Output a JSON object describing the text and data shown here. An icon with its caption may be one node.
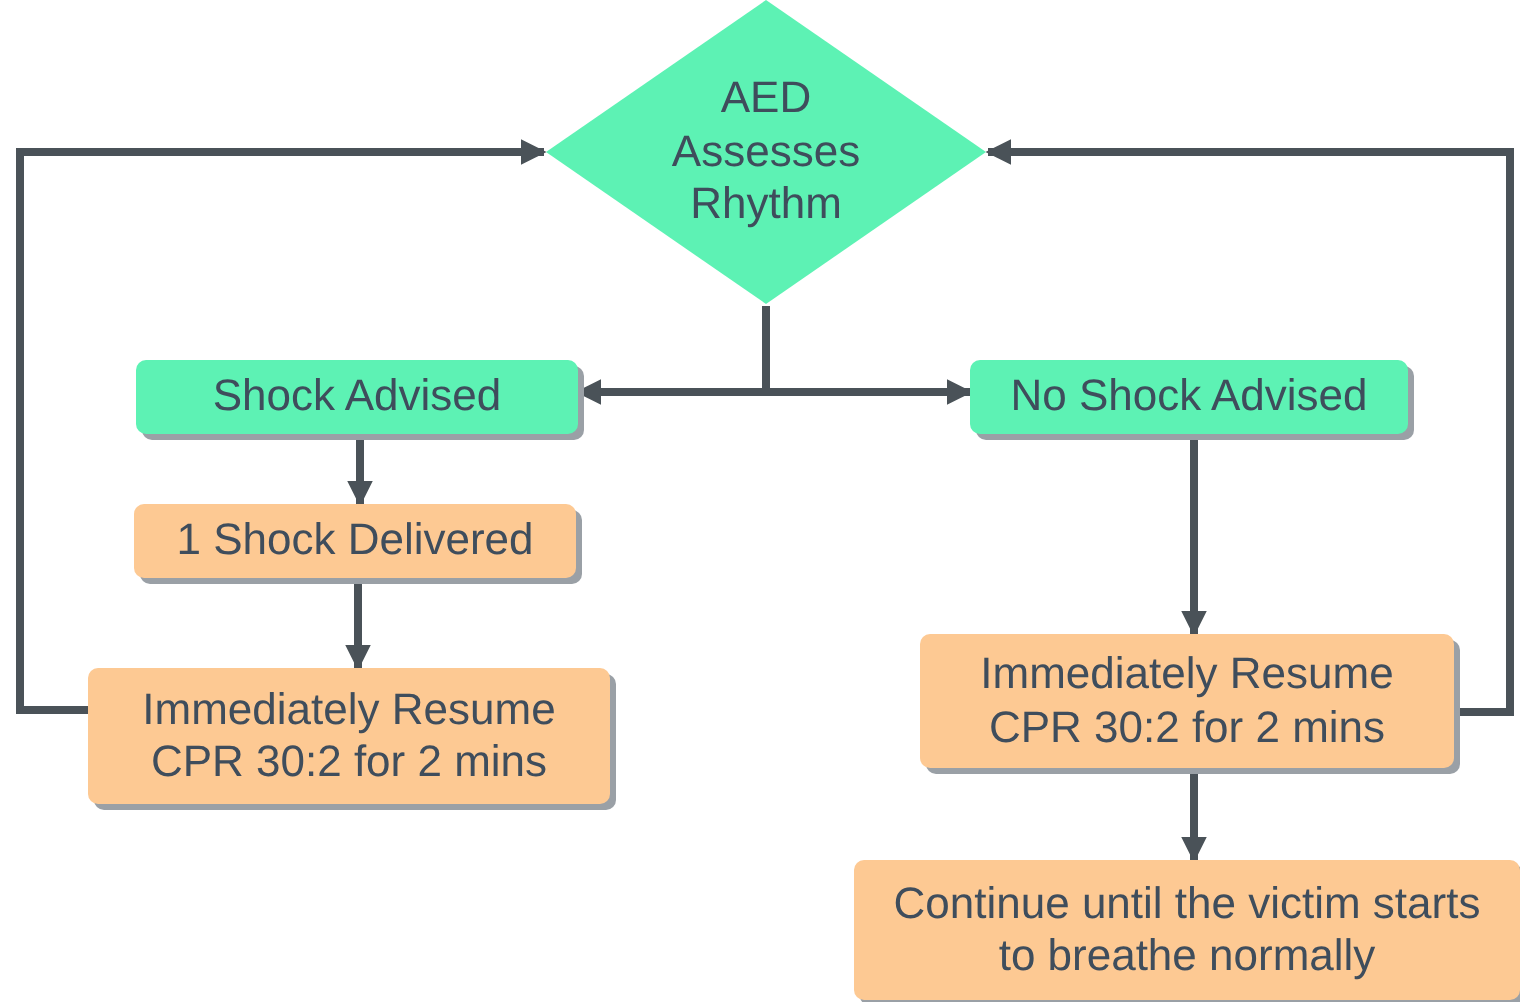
{
  "diagram": {
    "nodes": [
      {
        "text": [
          "AED Assesses Rhythm"
        ]
      },
      {
        "text": [
          "Shock Advised"
        ]
      },
      {
        "text": [
          "No Shock Advised"
        ]
      },
      {
        "text": [
          "1 Shock Delivered"
        ]
      },
      {
        "text": [
          "Immediately Resume CPR 30:2 for 2 mins"
        ]
      },
      {
        "text": [
          "Immediately Resume CPR 30:2 for 2 mins"
        ]
      },
      {
        "text": [
          "Continue until the victim starts to breathe normally"
        ]
      }
    ],
    "edges": [
      {
        "from": 0,
        "to": 1,
        "arrow": "to"
      },
      {
        "from": 0,
        "to": 2,
        "arrow": "to"
      },
      {
        "from": 1,
        "to": 3,
        "arrow": "to"
      },
      {
        "from": 3,
        "to": 4,
        "arrow": "to"
      },
      {
        "from": 4,
        "to": 0,
        "arrow": "to"
      },
      {
        "from": 2,
        "to": 5,
        "arrow": "to"
      },
      {
        "from": 5,
        "to": 0,
        "arrow": "to"
      },
      {
        "from": 5,
        "to": 6,
        "arrow": "to"
      }
    ]
  }
}
